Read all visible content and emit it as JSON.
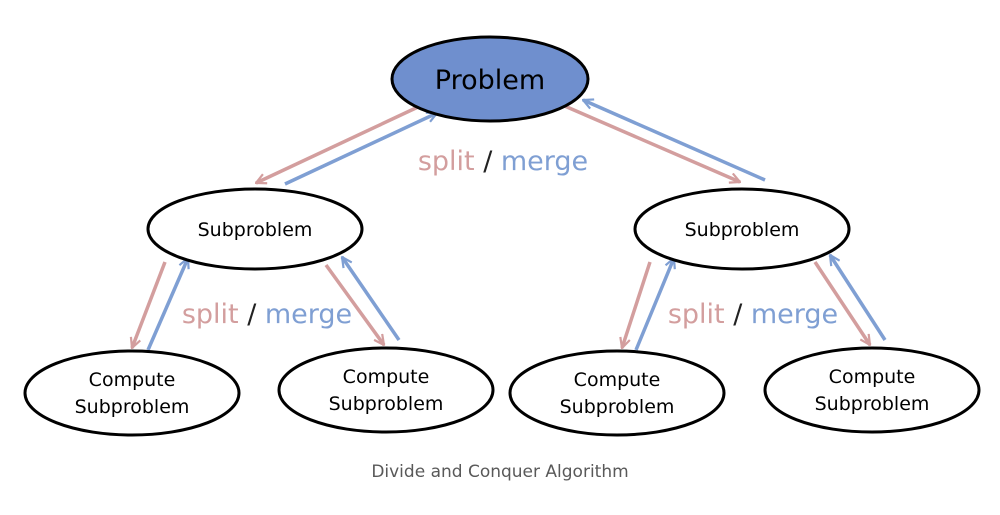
{
  "diagram": {
    "root": {
      "label": "Problem",
      "fill": "#6f8fce"
    },
    "subproblems": [
      {
        "label": "Subproblem"
      },
      {
        "label": "Subproblem"
      }
    ],
    "leaves": [
      {
        "line1": "Compute",
        "line2": "Subproblem"
      },
      {
        "line1": "Compute",
        "line2": "Subproblem"
      },
      {
        "line1": "Compute",
        "line2": "Subproblem"
      },
      {
        "line1": "Compute",
        "line2": "Subproblem"
      }
    ],
    "split_merge_labels": [
      {
        "split": "split",
        "slash": " / ",
        "merge": "merge"
      },
      {
        "split": "split",
        "slash": " / ",
        "merge": "merge"
      },
      {
        "split": "split",
        "slash": " / ",
        "merge": "merge"
      }
    ],
    "colors": {
      "split": "#d39e9e",
      "merge": "#7f9fd3",
      "node_fill": "#ffffff",
      "outline": "#000000"
    }
  },
  "caption": "Divide and Conquer Algorithm"
}
